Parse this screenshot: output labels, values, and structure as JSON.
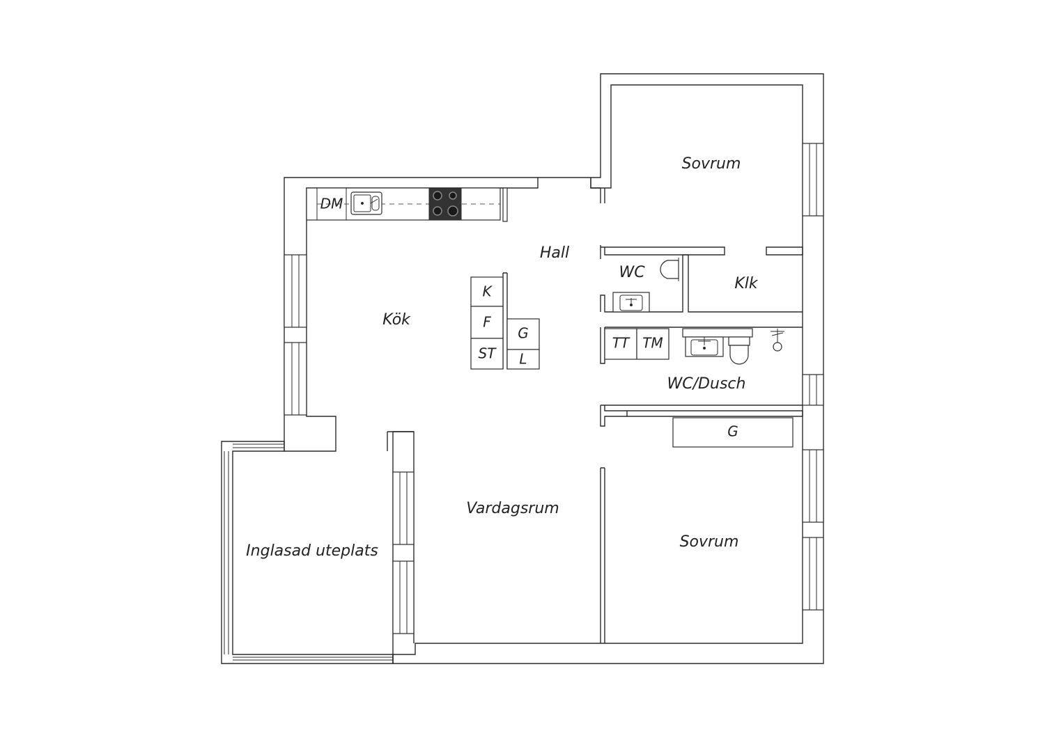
{
  "rooms": {
    "sovrum_top": "Sovrum",
    "hall": "Hall",
    "wc": "WC",
    "klk": "Klk",
    "kok": "Kök",
    "wc_dusch": "WC/Dusch",
    "vardagsrum": "Vardagsrum",
    "sovrum_bottom": "Sovrum",
    "inglasad_uteplats": "Inglasad uteplats"
  },
  "appliances": {
    "dm": "DM",
    "k": "K",
    "f": "F",
    "st": "ST",
    "g_kitchen": "G",
    "l": "L",
    "tt": "TT",
    "tm": "TM",
    "g_wardrobe": "G"
  },
  "icons": [
    "sink-icon",
    "stove-icon",
    "toilet-icon",
    "washbasin-icon",
    "shower-icon"
  ],
  "colors": {
    "wall": "#2b2b2b",
    "background": "#ffffff",
    "stove": "#333333"
  }
}
